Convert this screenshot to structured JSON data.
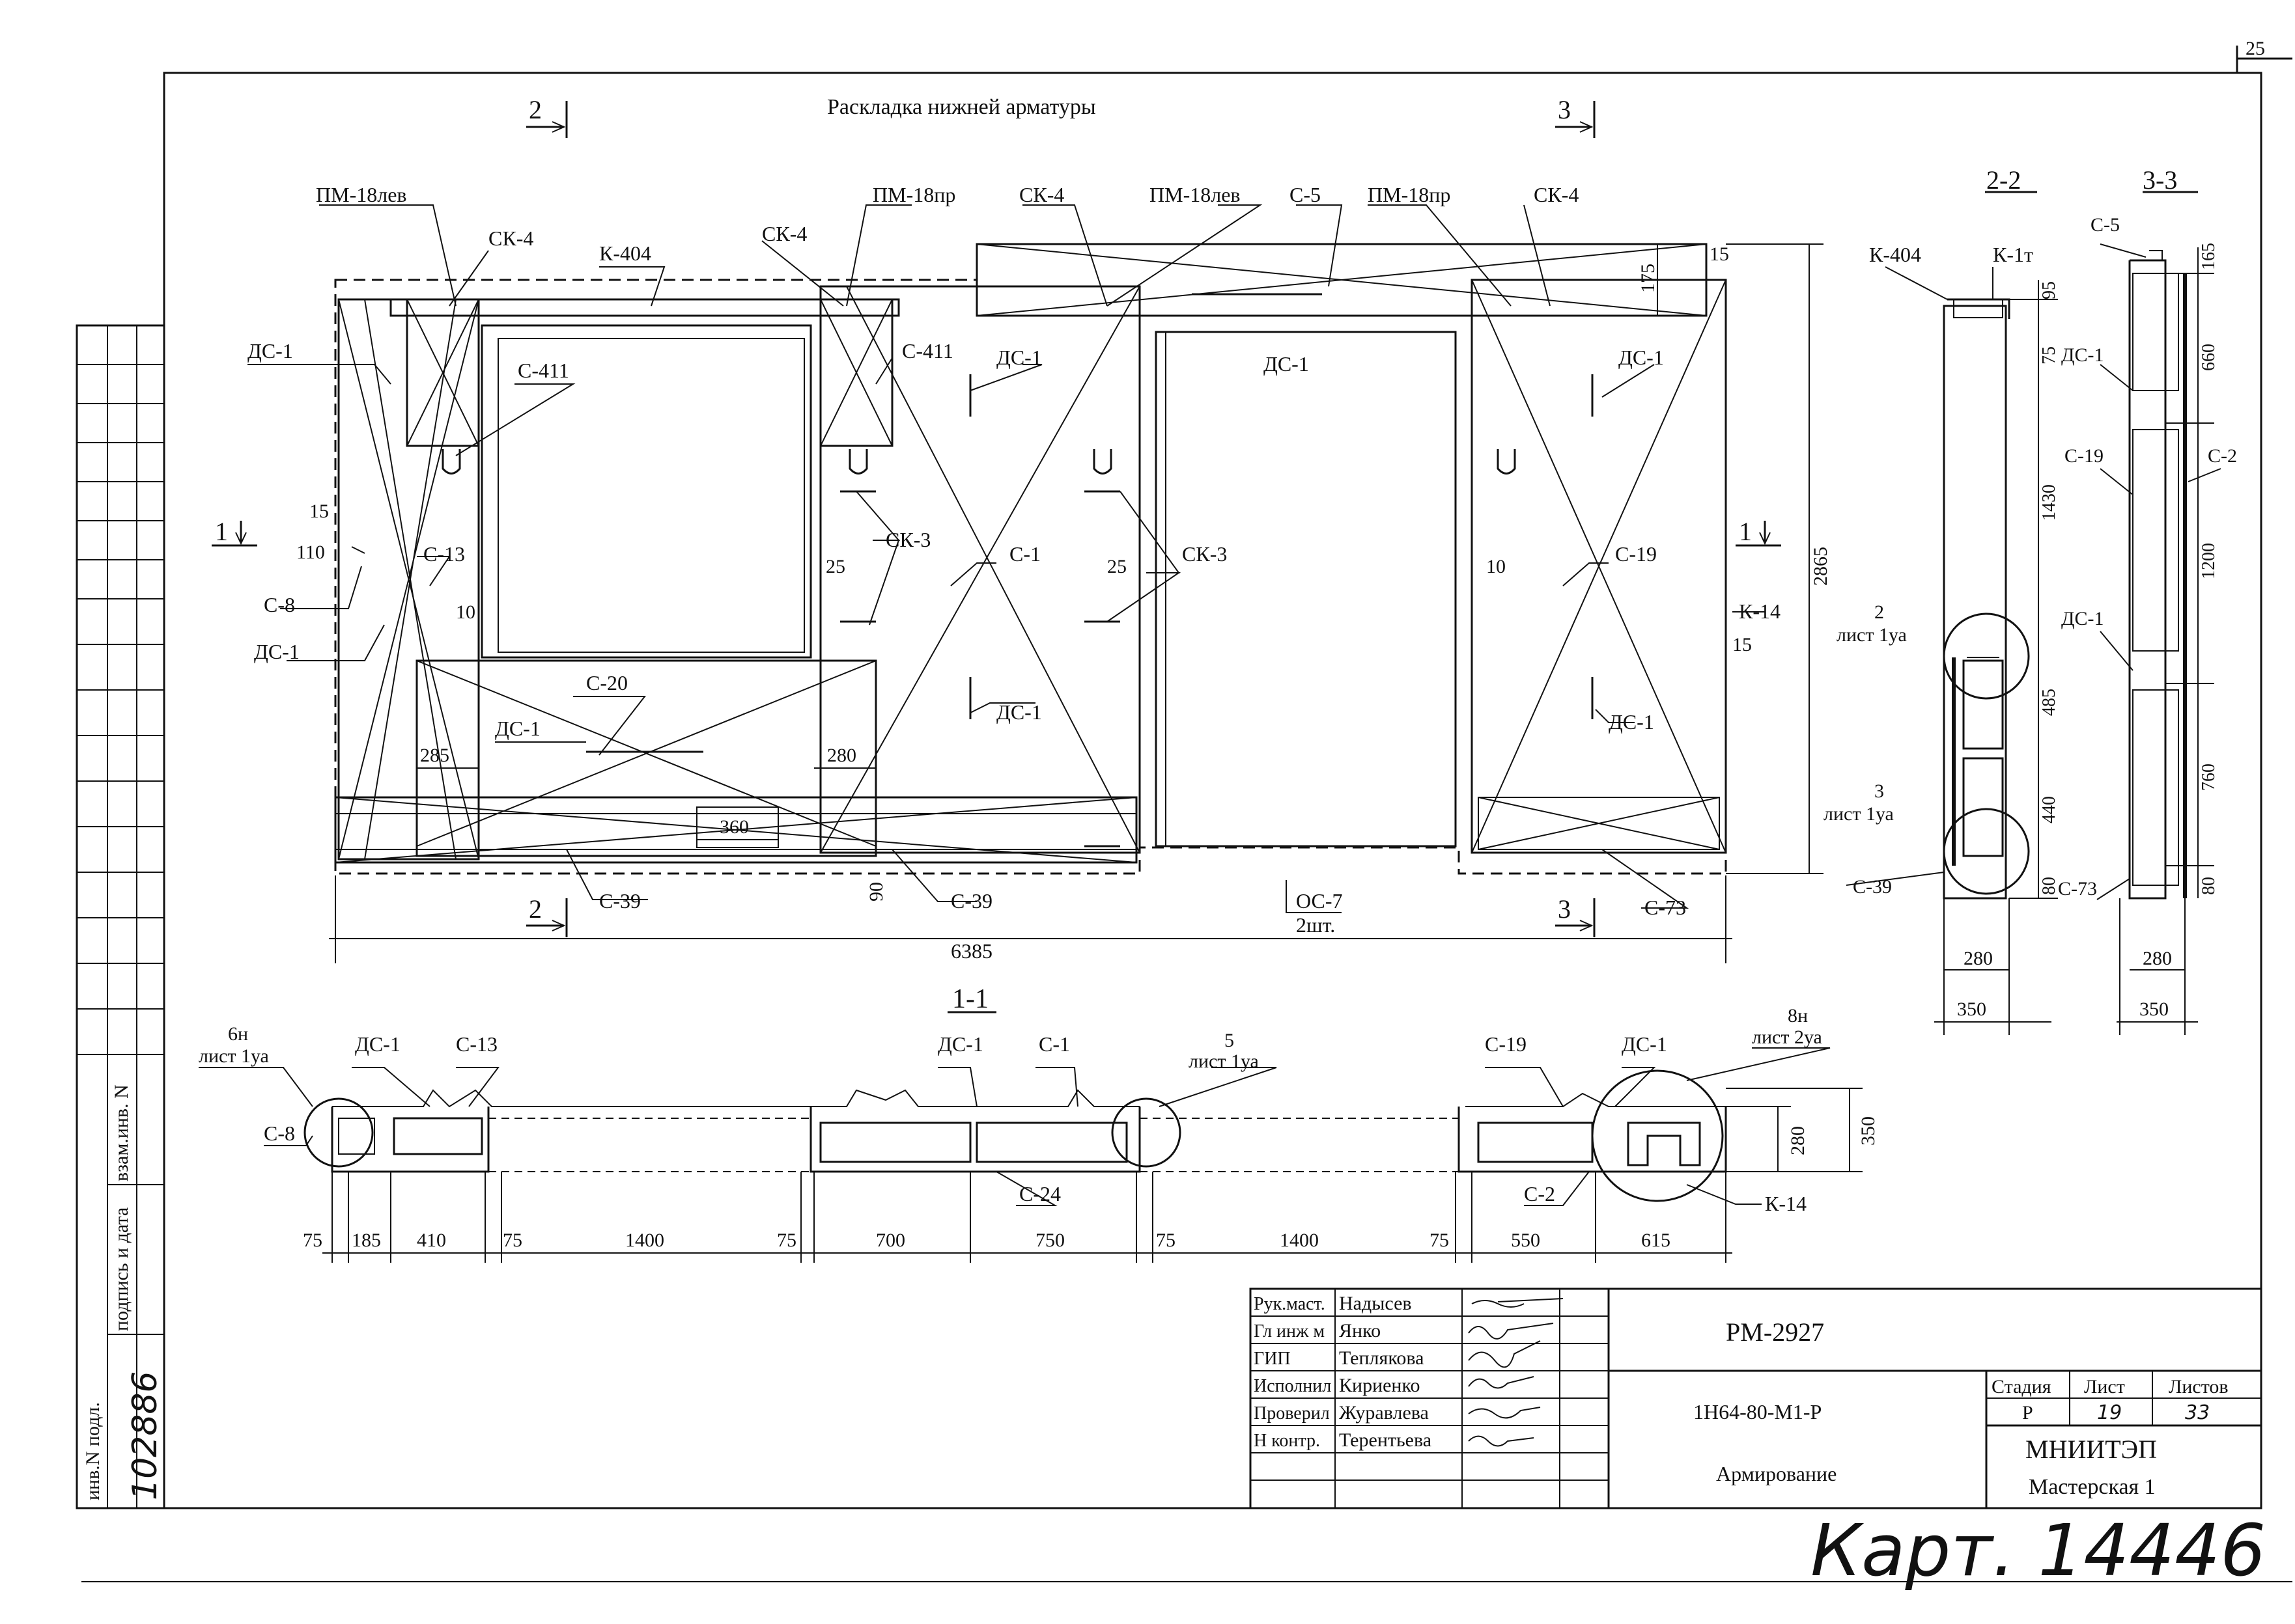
{
  "sheet_number": "25",
  "title": "Раскладка нижней арматуры",
  "main_marks": {
    "pm18lev_a": "ПМ-18лев",
    "pm18pr_a": "ПМ-18пр",
    "ck4_a": "СК-4",
    "ck4_b": "СК-4",
    "ck4_c": "СК-4",
    "pm18lev_b": "ПМ-18лев",
    "c5": "С-5",
    "pm18pr_b": "ПМ-18пр",
    "ck4_d": "СК-4",
    "k404": "К-404",
    "dc1_a": "ДС-1",
    "c411_a": "С-411",
    "c411_b": "С-411",
    "dc1_b": "ДС-1",
    "dc1_c": "ДС-1",
    "dc1_d": "ДС-1",
    "c13": "С-13",
    "c8": "С-8",
    "dc1_e": "ДС-1",
    "ck3_a": "СК-3",
    "c1": "С-1",
    "ck3_b": "СК-3",
    "c19": "С-19",
    "k14": "К-14",
    "c20": "С-20",
    "dc1_f": "ДС-1",
    "dc1_g": "ДС-1",
    "dc1_h": "ДС-1",
    "c39_a": "С-39",
    "c39_b": "С-39",
    "oc7": "ОС-7",
    "oc7_qty": "2шт.",
    "c73": "С-73"
  },
  "main_dims": {
    "d15a": "15",
    "d110": "110",
    "d10a": "10",
    "d285": "285",
    "d25a": "25",
    "d25b": "25",
    "d10b": "10",
    "d280": "280",
    "d360": "360",
    "d90": "90",
    "d175": "175",
    "d15b": "15",
    "d15c": "15",
    "d2865": "2865",
    "d6385": "6385"
  },
  "section_marks": {
    "s2_top": "2",
    "s3_top": "3",
    "s1_left": "1",
    "s1_right": "1",
    "s2_bot": "2",
    "s3_bot": "3"
  },
  "section_22": {
    "title": "2-2",
    "k404": "К-404",
    "k1t": "К-1т",
    "d95": "95",
    "d75": "75",
    "d1430": "1430",
    "d485": "485",
    "d440": "440",
    "d80": "80",
    "ref2": "2",
    "ref2_sheet": "лист 1уа",
    "ref3": "3",
    "ref3_sheet": "лист 1уа",
    "c39": "С-39",
    "w280": "280",
    "w350": "350"
  },
  "section_33": {
    "title": "3-3",
    "c5": "С-5",
    "d165": "165",
    "d660": "660",
    "dc1_a": "ДС-1",
    "c19": "С-19",
    "c2": "С-2",
    "d1200": "1200",
    "dc1_b": "ДС-1",
    "d760": "760",
    "c73": "С-73",
    "d80": "80",
    "w280": "280",
    "w350": "350"
  },
  "section_11": {
    "title": "1-1",
    "ref6": "6н",
    "ref6_sheet": "лист 1уа",
    "dc1_a": "ДС-1",
    "c13": "С-13",
    "dc1_b": "ДС-1",
    "c1": "С-1",
    "ref5": "5",
    "ref5_sheet": "лист 1уа",
    "c19": "С-19",
    "dc1_c": "ДС-1",
    "ref8": "8н",
    "ref8_sheet": "лист 2уа",
    "c8": "С-8",
    "c24": "С-24",
    "c2": "С-2",
    "k14": "К-14",
    "h280": "280",
    "h350": "350",
    "dims": [
      "75",
      "185",
      "410",
      "75",
      "1400",
      "75",
      "700",
      "750",
      "75",
      "1400",
      "75",
      "550",
      "615"
    ]
  },
  "title_block": {
    "roles": [
      "Рук.маст.",
      "Гл инж м",
      "ГИП",
      "Исполнил",
      "Проверил",
      "Н контр."
    ],
    "names": [
      "Надысев",
      "Янко",
      "Теплякова",
      "Кириенко",
      "Журавлева",
      "Терентьева"
    ],
    "code": "РМ-2927",
    "project": "1Н64-80-М1-Р",
    "stage_h": "Стадия",
    "sheet_h": "Лист",
    "sheets_h": "Листов",
    "stage": "Р",
    "sheet": "19",
    "sheets": "33",
    "org": "МНИИТЭП",
    "dept": "Мастерская 1",
    "doc_title": "Армирование"
  },
  "side_stamp": {
    "inv_podl": "инв.N подл.",
    "podpis": "подпись и дата",
    "vzam": "взам.инв. N",
    "inv_number": "102886"
  },
  "archive_note": "Карт. 14446"
}
